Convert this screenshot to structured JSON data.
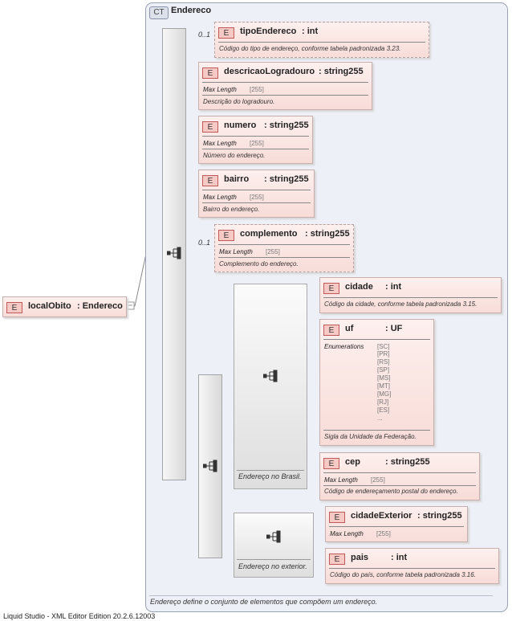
{
  "complex_type": {
    "badge": "CT",
    "name": "Endereco",
    "description": "Endereço define o conjunto de elementos que compõem um endereço."
  },
  "root_element": {
    "badge": "E",
    "name": "localObito",
    "type": ": Endereco"
  },
  "elements": {
    "tipoEndereco": {
      "badge": "E",
      "name": "tipoEndereco",
      "type": ": int",
      "occurs": "0..1",
      "description": "Código do tipo de endereço, conforme tabela padronizada 3.23."
    },
    "descricaoLogradouro": {
      "badge": "E",
      "name": "descricaoLogradouro",
      "type": ": string255",
      "facet_label": "Max Length",
      "facet_value": "[255]",
      "description": "Descrição do logradouro."
    },
    "numero": {
      "badge": "E",
      "name": "numero",
      "type": ": string255",
      "facet_label": "Max Length",
      "facet_value": "[255]",
      "description": "Número do endereço."
    },
    "bairro": {
      "badge": "E",
      "name": "bairro",
      "type": ": string255",
      "facet_label": "Max Length",
      "facet_value": "[255]",
      "description": "Bairro do endereço."
    },
    "complemento": {
      "badge": "E",
      "name": "complemento",
      "type": ": string255",
      "occurs": "0..1",
      "facet_label": "Max Length",
      "facet_value": "[255]",
      "description": "Complemento do endereço."
    },
    "cidade": {
      "badge": "E",
      "name": "cidade",
      "type": ": int",
      "description": "Código da cidade, conforme tabela padronizada 3.15."
    },
    "uf": {
      "badge": "E",
      "name": "uf",
      "type": ": UF",
      "facet_label": "Enumerations",
      "enumerations": [
        "[SC]",
        "[PR]",
        "[RS]",
        "[SP]",
        "[MS]",
        "[MT]",
        "[MG]",
        "[RJ]",
        "[ES]",
        "..."
      ],
      "description": "Sigla da Unidade da Federação."
    },
    "cep": {
      "badge": "E",
      "name": "cep",
      "type": ": string255",
      "facet_label": "Max Length",
      "facet_value": "[255]",
      "description": "Código de endereçamento postal do endereço."
    },
    "cidadeExterior": {
      "badge": "E",
      "name": "cidadeExterior",
      "type": ": string255",
      "facet_label": "Max Length",
      "facet_value": "[255]"
    },
    "pais": {
      "badge": "E",
      "name": "pais",
      "type": ": int",
      "description": "Código do país, conforme tabela padronizada 3.16."
    }
  },
  "groups": {
    "brasil": {
      "description": "Endereço no Brasil."
    },
    "exterior": {
      "description": "Endereço no exterior."
    }
  },
  "footer": "Liquid Studio - XML Editor Edition 20.2.6.12003"
}
